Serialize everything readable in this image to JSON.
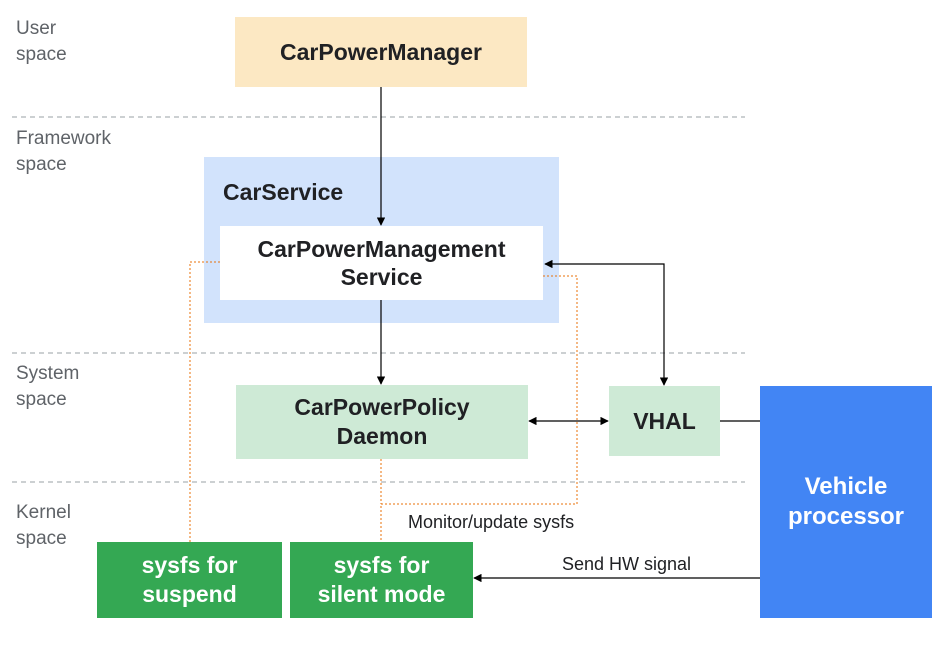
{
  "layers": {
    "user": [
      "User",
      "space"
    ],
    "framework": [
      "Framework",
      "space"
    ],
    "system": [
      "System",
      "space"
    ],
    "kernel": [
      "Kernel",
      "space"
    ]
  },
  "nodes": {
    "car_power_manager": "CarPowerManager",
    "car_service": "CarService",
    "cpms": [
      "CarPowerManagement",
      "Service"
    ],
    "cppd": [
      "CarPowerPolicy",
      "Daemon"
    ],
    "vhal": "VHAL",
    "vehicle_processor": [
      "Vehicle",
      "processor"
    ],
    "sysfs_suspend": [
      "sysfs for",
      "suspend"
    ],
    "sysfs_silent": [
      "sysfs for",
      "silent mode"
    ]
  },
  "edges": {
    "monitor_label": "Monitor/update sysfs",
    "hw_signal_label": "Send HW signal"
  },
  "colors": {
    "user_box": "#fce8c3",
    "framework_box": "#d2e3fc",
    "system_box": "#ceead6",
    "kernel_box": "#34a853",
    "vehicle_box": "#4285f4",
    "dashed_divider": "#9aa0a6",
    "dotted_link": "#e8710a"
  }
}
